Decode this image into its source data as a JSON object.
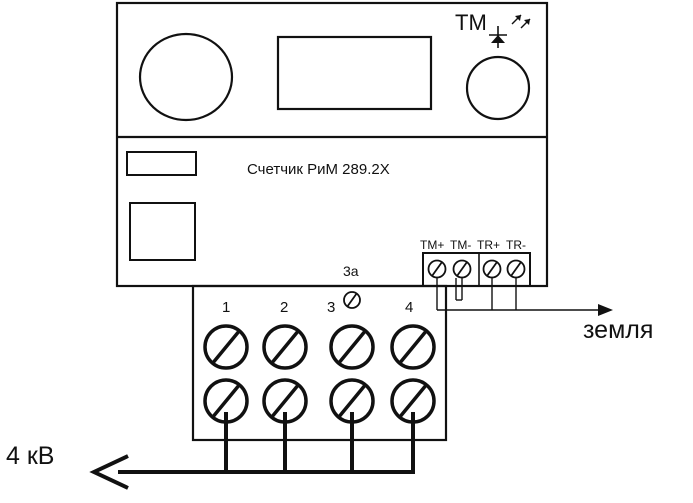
{
  "meter": {
    "tm_label": "ТМ",
    "name": "Счетчик РиМ 289.2Х"
  },
  "tm_terminals": {
    "labels": [
      "ТМ+",
      "ТМ-",
      "TR+",
      "TR-"
    ]
  },
  "main_terminals": {
    "aux_label": "3а",
    "numbers": [
      "1",
      "2",
      "3",
      "4"
    ]
  },
  "ground": {
    "label": "земля"
  },
  "supply": {
    "label": "4 кВ"
  }
}
